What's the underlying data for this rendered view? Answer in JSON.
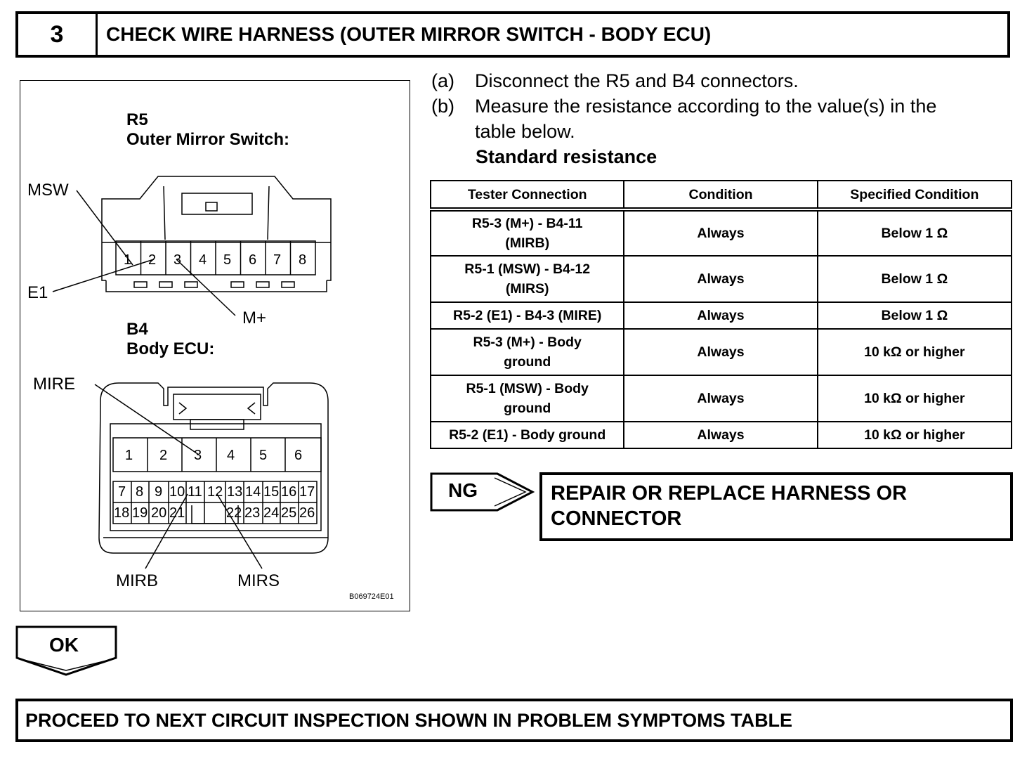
{
  "header": {
    "step_number": "3",
    "title": "CHECK WIRE HARNESS (OUTER MIRROR SWITCH - BODY ECU)"
  },
  "figure": {
    "r5_code": "R5",
    "r5_name": "Outer Mirror Switch:",
    "r5_pins": [
      "1",
      "2",
      "3",
      "4",
      "5",
      "6",
      "7",
      "8"
    ],
    "label_msw": "MSW",
    "label_e1": "E1",
    "label_mplus": "M+",
    "b4_code": "B4",
    "b4_name": "Body ECU:",
    "b4_pins_top": [
      "1",
      "2",
      "3",
      "4",
      "5",
      "6"
    ],
    "b4_pins_mid": [
      "7",
      "8",
      "9",
      "10",
      "11",
      "12",
      "13",
      "14",
      "15",
      "16",
      "17"
    ],
    "b4_pins_bot": [
      "18",
      "19",
      "20",
      "21",
      "22",
      "23",
      "24",
      "25",
      "26"
    ],
    "label_mire": "MIRE",
    "label_mirb": "MIRB",
    "label_mirs": "MIRS",
    "figure_code": "B069724E01"
  },
  "steps": [
    {
      "label": "(a)",
      "text": "Disconnect the R5 and B4 connectors."
    },
    {
      "label": "(b)",
      "text": "Measure the resistance according to the value(s) in the",
      "text2": "table below."
    }
  ],
  "standard_resistance": "Standard resistance",
  "table": {
    "headers": [
      "Tester Connection",
      "Condition",
      "Specified Condition"
    ],
    "rows": [
      {
        "connection": "R5-3 (M+) - B4-11",
        "connection2": "(MIRB)",
        "condition": "Always",
        "spec": "Below 1 Ω"
      },
      {
        "connection": "R5-1 (MSW) - B4-12",
        "connection2": "(MIRS)",
        "condition": "Always",
        "spec": "Below 1 Ω"
      },
      {
        "connection": "R5-2 (E1) - B4-3 (MIRE)",
        "connection2": "",
        "condition": "Always",
        "spec": "Below 1 Ω"
      },
      {
        "connection": "R5-3 (M+) - Body",
        "connection2": "ground",
        "condition": "Always",
        "spec": "10 kΩ or higher"
      },
      {
        "connection": "R5-1 (MSW) - Body",
        "connection2": "ground",
        "condition": "Always",
        "spec": "10 kΩ or higher"
      },
      {
        "connection": "R5-2 (E1) - Body ground",
        "connection2": "",
        "condition": "Always",
        "spec": "10 kΩ or higher"
      }
    ]
  },
  "ng": {
    "label": "NG",
    "action_line1": "REPAIR OR REPLACE HARNESS OR",
    "action_line2": "CONNECTOR"
  },
  "ok": {
    "label": "OK"
  },
  "final_action": "PROCEED TO NEXT CIRCUIT INSPECTION SHOWN IN PROBLEM SYMPTOMS TABLE"
}
